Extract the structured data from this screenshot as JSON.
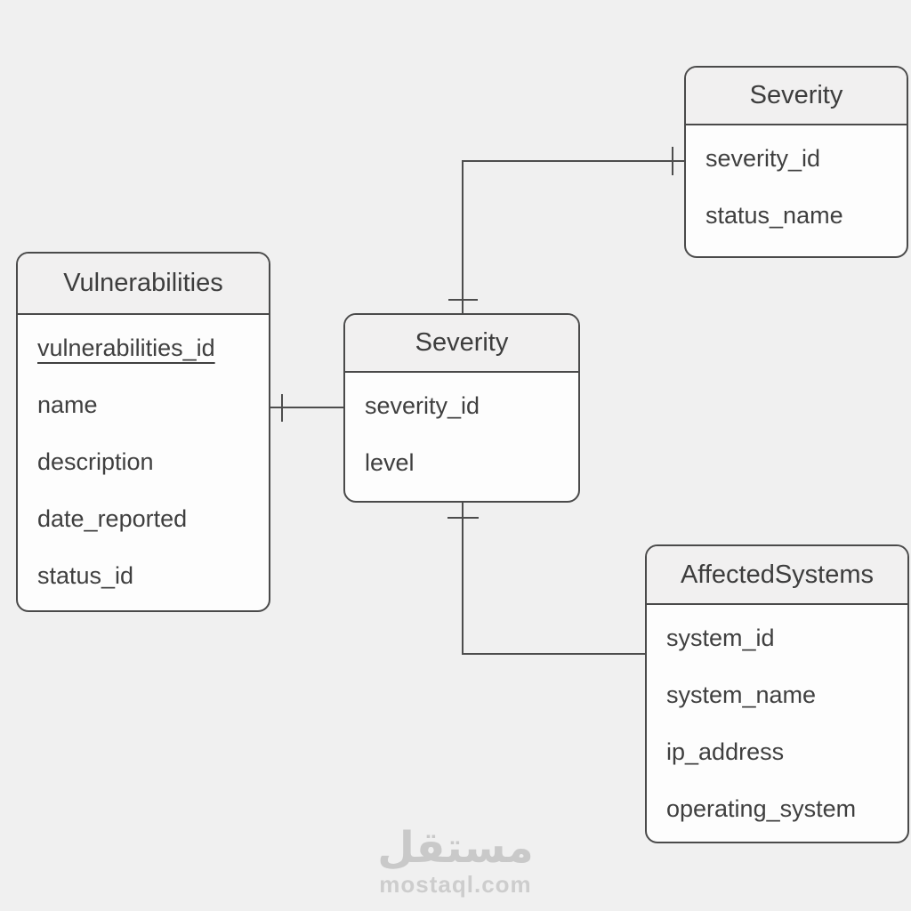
{
  "diagram": {
    "type": "entity-relationship-diagram",
    "background_color": "#f0f0f0",
    "line_color": "#4d4d4d",
    "table_header_fill": "#f1f0f0",
    "table_body_fill": "#fdfdfd",
    "text_color": "#3f3f3f",
    "tables": [
      {
        "title": "Vulnerabilities",
        "fields": [
          {
            "name": "vulnerabilities_id",
            "underlined": true
          },
          {
            "name": "name",
            "underlined": false
          },
          {
            "name": "description",
            "underlined": false
          },
          {
            "name": "date_reported",
            "underlined": false
          },
          {
            "name": "status_id",
            "underlined": false
          }
        ]
      },
      {
        "title": "Severity",
        "fields": [
          {
            "name": "severity_id",
            "underlined": false
          },
          {
            "name": "level",
            "underlined": false
          }
        ]
      },
      {
        "title": "Severity",
        "fields": [
          {
            "name": "severity_id",
            "underlined": false
          },
          {
            "name": "status_name",
            "underlined": false
          }
        ]
      },
      {
        "title": "AffectedSystems",
        "fields": [
          {
            "name": "system_id",
            "underlined": false
          },
          {
            "name": "system_name",
            "underlined": false
          },
          {
            "name": "ip_address",
            "underlined": false
          },
          {
            "name": "operating_system",
            "underlined": false
          }
        ]
      }
    ],
    "relationships": [
      {
        "from": "Vulnerabilities",
        "to": "Severity (center)",
        "shape": "horizontal line at severity_id / name row level",
        "cardinality_marks": [
          "one tick near Vulnerabilities side"
        ]
      },
      {
        "from": "Severity (center, top edge)",
        "to": "Severity (top right)",
        "shape": "up then right elbow into severity_id row",
        "cardinality_marks": [
          "one tick above center table",
          "one tick left of top-right table"
        ]
      },
      {
        "from": "Severity (center, bottom edge)",
        "to": "AffectedSystems",
        "shape": "down then right elbow into system_id row",
        "cardinality_marks": [
          "one tick below center table"
        ]
      }
    ]
  },
  "watermark": {
    "arabic_text": "مستقل",
    "domain": "mostaql.com"
  }
}
